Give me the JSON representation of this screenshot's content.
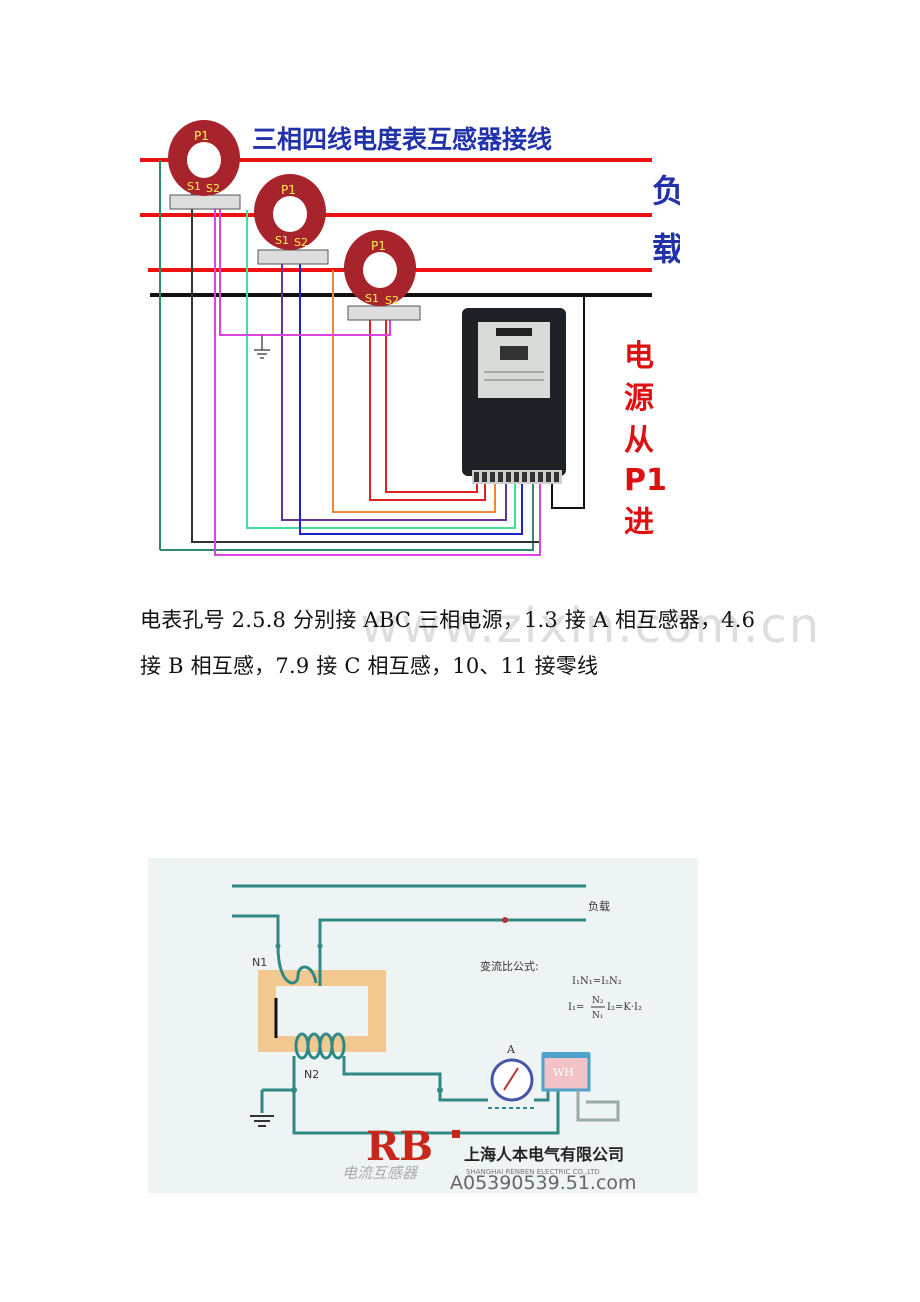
{
  "figure1": {
    "title": "三相四线电度表互感器接线",
    "side_load": [
      "负",
      "载"
    ],
    "side_source": [
      "电",
      "源",
      "从",
      "P1",
      "进"
    ],
    "ct_labels": {
      "p1": "P1",
      "s1": "S1",
      "s2": "S2"
    }
  },
  "caption": {
    "line1": "电表孔号 2.5.8 分别接 ABC 三相电源，1.3 接 A 相互感器，4.6",
    "line2": "接 B 相互感，7.9 接 C 相互感，10、11 接零线"
  },
  "watermark": "www.zixin.com.cn",
  "figure2": {
    "load": "负载",
    "formula_title": "变流比公式:",
    "formula1": "I₁N₁=I₂N₂",
    "formula2_left": "I₁=",
    "formula2_num": "N₂",
    "formula2_den": "N₁",
    "formula2_right": "I₂=K·I₂",
    "n1": "N1",
    "n2": "N2",
    "ammeter": "A",
    "meter": "WH",
    "brand": "RB",
    "company": "上海人本电气有限公司",
    "company_en": "SHANGHAI RENBEN ELECTRIC CO.,LTD",
    "footer_cn": "电流互感器",
    "footer_id": "A05390539.51.com"
  },
  "colors": {
    "phase": "#ee1111",
    "neutral": "#111111",
    "ct_body": "#a8242c",
    "title_blue": "#2233aa",
    "side_red": "#dd1111",
    "diagram2_bg": "#eef3f3",
    "diagram2_wire": "#2f8a86",
    "core": "#f0c890"
  }
}
